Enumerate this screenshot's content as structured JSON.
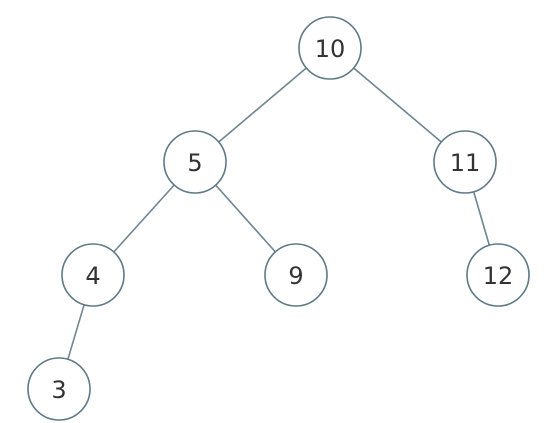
{
  "diagram": {
    "type": "binary-tree",
    "colors": {
      "edge": "#6e8691",
      "node_border": "#5f7986",
      "node_fill": "#ffffff",
      "text": "#333333"
    },
    "nodes": [
      {
        "id": "n10",
        "label": "10"
      },
      {
        "id": "n5",
        "label": "5"
      },
      {
        "id": "n11",
        "label": "11"
      },
      {
        "id": "n4",
        "label": "4"
      },
      {
        "id": "n9",
        "label": "9"
      },
      {
        "id": "n12",
        "label": "12"
      },
      {
        "id": "n3",
        "label": "3"
      }
    ],
    "edges": [
      {
        "from": "n10",
        "to": "n5"
      },
      {
        "from": "n10",
        "to": "n11"
      },
      {
        "from": "n5",
        "to": "n4"
      },
      {
        "from": "n5",
        "to": "n9"
      },
      {
        "from": "n11",
        "to": "n12"
      },
      {
        "from": "n4",
        "to": "n3"
      }
    ]
  }
}
